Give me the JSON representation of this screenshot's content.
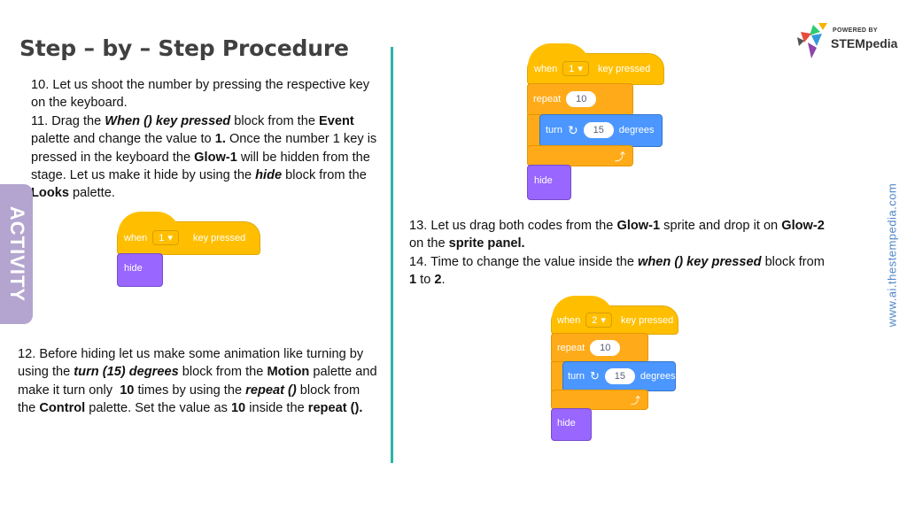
{
  "header": {
    "title": "Step – by – Step Procedure",
    "logo_small": "POWERED BY",
    "logo_brand": "STEMpedia"
  },
  "side": {
    "activity": "ACTIVITY",
    "url": "www.ai.thestempedia.com"
  },
  "blocks": {
    "when": "when",
    "key_pressed": "key pressed",
    "repeat": "repeat",
    "turn": "turn",
    "degrees": "degrees",
    "hide": "hide",
    "key_1": "1",
    "key_2": "2",
    "repeat_count": "10",
    "turn_degrees": "15"
  },
  "colors": {
    "events": "#ffbf00",
    "control": "#ffab19",
    "motion": "#4c97ff",
    "looks": "#9966ff",
    "divider": "#2bb5a6",
    "activity_tab": "#b3a5cf",
    "url": "#4f86c6"
  },
  "icons": [
    "dropdown-arrow-icon",
    "rotate-right-icon",
    "loop-arrow-icon",
    "stempedia-logo-icon"
  ]
}
